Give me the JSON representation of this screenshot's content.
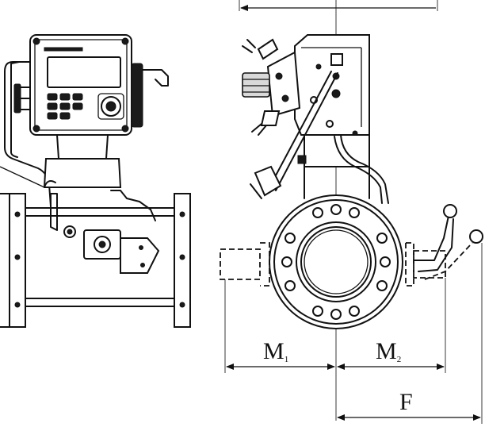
{
  "dimensions": {
    "m1": {
      "main": "M",
      "sub": "1"
    },
    "m2": {
      "main": "M",
      "sub": "2"
    },
    "f": "F"
  },
  "colors": {
    "line": "#111111",
    "background": "#ffffff",
    "shade": "#d9d9d9"
  }
}
